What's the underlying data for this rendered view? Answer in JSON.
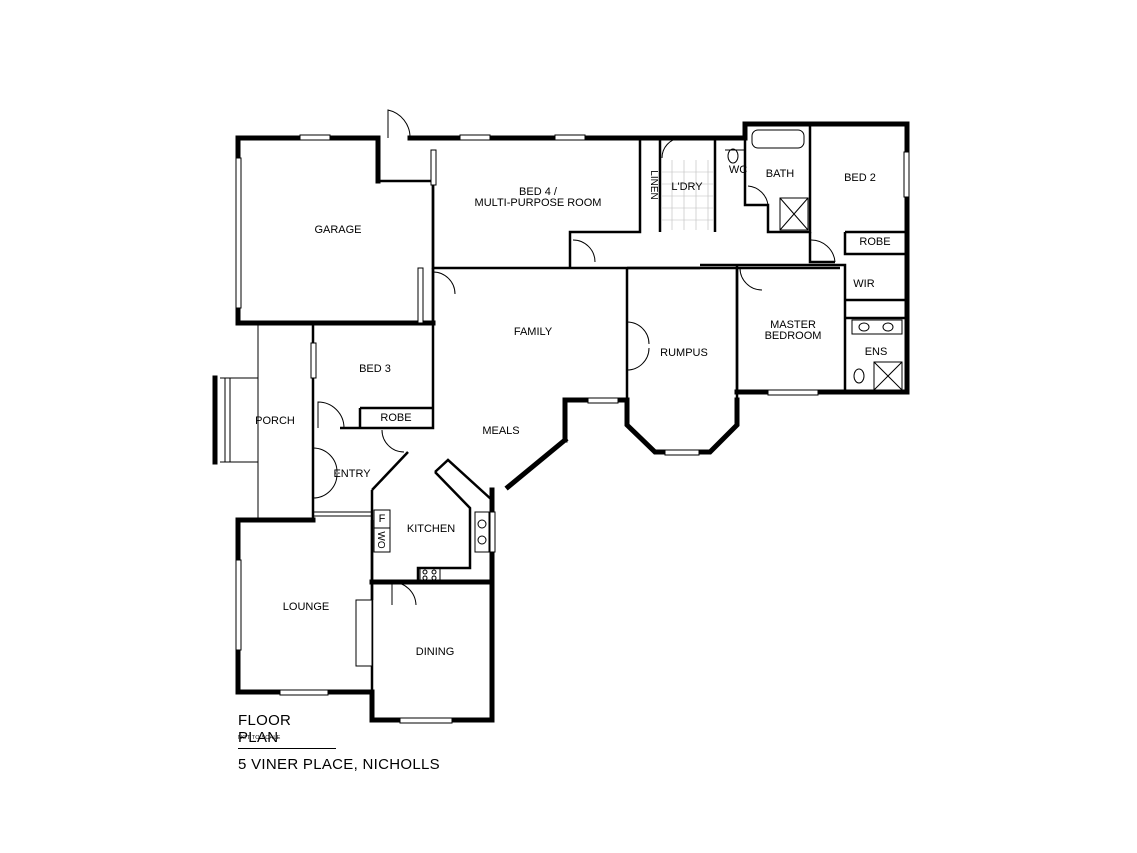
{
  "plan": {
    "rooms": {
      "garage": "GARAGE",
      "bed4_line1": "BED 4 /",
      "bed4_line2": "MULTI-PURPOSE ROOM",
      "linen": "LINEN",
      "laundry": "L'DRY",
      "wc": "WC",
      "bath": "BATH",
      "bed2": "BED 2",
      "robe_bed2": "ROBE",
      "wir": "WIR",
      "master_line1": "MASTER",
      "master_line2": "BEDROOM",
      "ensuite": "ENS",
      "family": "FAMILY",
      "rumpus": "RUMPUS",
      "bed3": "BED 3",
      "robe_bed3": "ROBE",
      "porch": "PORCH",
      "entry": "ENTRY",
      "meals": "MEALS",
      "kitchen": "KITCHEN",
      "fridge": "F",
      "wall_oven": "WO",
      "lounge": "LOUNGE",
      "dining": "DINING"
    }
  },
  "legend": {
    "title": "FLOOR PLAN",
    "note": "NOT TO SCALE",
    "address": "5 VINER PLACE, NICHOLLS"
  }
}
